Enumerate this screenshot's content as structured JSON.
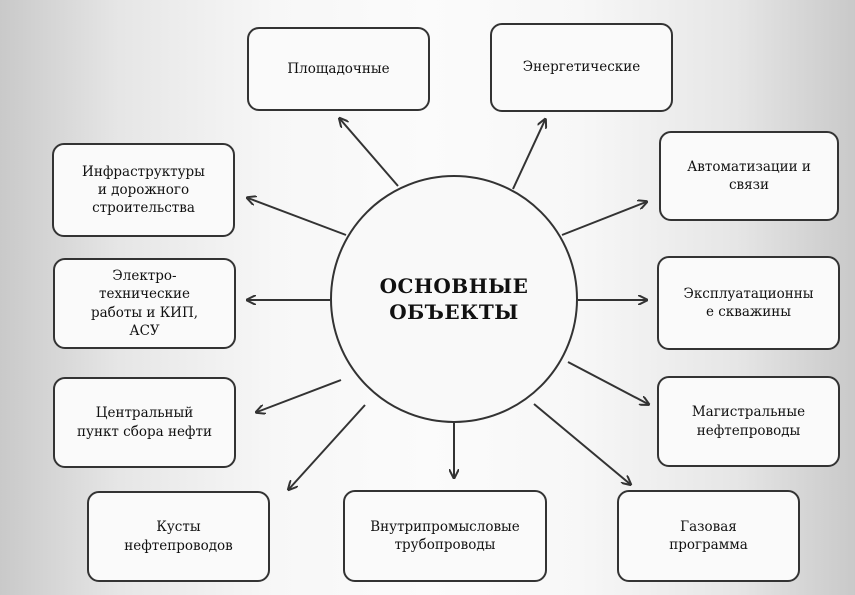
{
  "diagram": {
    "center": {
      "label": "ОСНОВНЫЕ\nОБЪЕКТЫ"
    },
    "nodes": [
      {
        "id": "ploshchadochnye",
        "label": "Площадочные"
      },
      {
        "id": "energeticheskie",
        "label": "Энергетические"
      },
      {
        "id": "infrastruktury",
        "label": "Инфраструктуры\nи дорожного\nстроительства"
      },
      {
        "id": "avtomatizatsii",
        "label": "Автоматизации и\nсвязи"
      },
      {
        "id": "elektrotekhnicheskie",
        "label": "Электро-\nтехнические\nработы и КИП,\nАСУ"
      },
      {
        "id": "ekspluatatsionnye",
        "label": "Эксплуатационны\nе скважины"
      },
      {
        "id": "tsentralnyi",
        "label": "Центральный\nпункт сбора  нефти"
      },
      {
        "id": "magistralnye",
        "label": "Магистральные\nнефтепроводы"
      },
      {
        "id": "kusty",
        "label": "Кусты\nнефтепроводов"
      },
      {
        "id": "vnutripromyslovye",
        "label": "Внутрипромысловые\nтрубопроводы"
      },
      {
        "id": "gazovaya",
        "label": "Газовая\nпрограмма"
      }
    ]
  },
  "colors": {
    "stroke": "#333333",
    "box_fill": "#fafafa",
    "text": "#111111"
  }
}
